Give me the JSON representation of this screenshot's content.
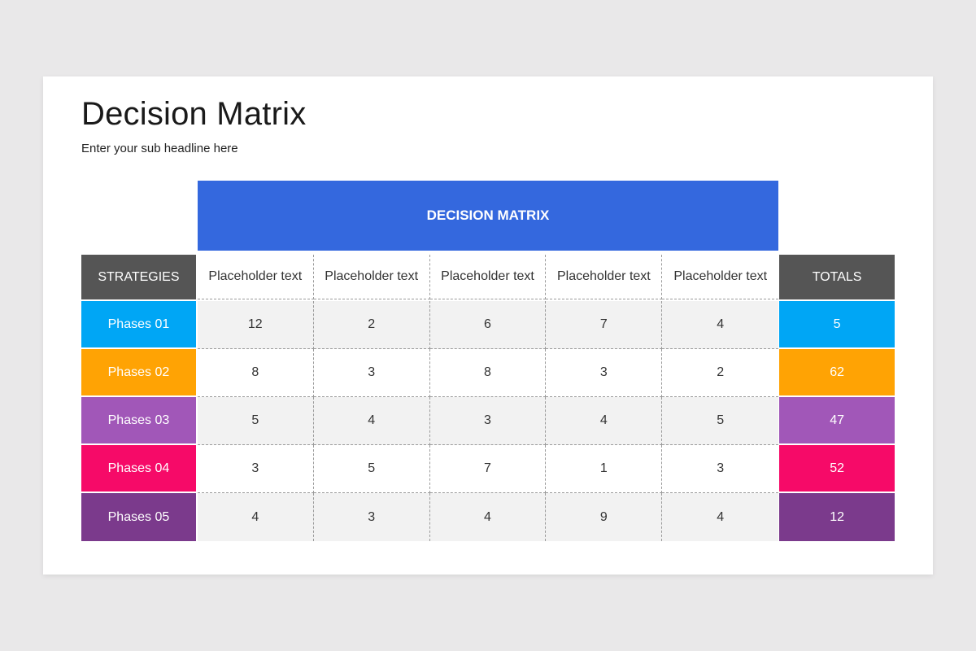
{
  "slide": {
    "title": "Decision Matrix",
    "subtitle": "Enter your sub headline here"
  },
  "matrix": {
    "banner": "DECISION MATRIX",
    "banner_color": "#3468de",
    "header": {
      "strategies": "STRATEGIES",
      "columns": [
        "Placeholder text",
        "Placeholder text",
        "Placeholder text",
        "Placeholder text",
        "Placeholder text"
      ],
      "totals": "TOTALS",
      "header_color": "#555555"
    },
    "rows": [
      {
        "label": "Phases 01",
        "values": [
          "12",
          "2",
          "6",
          "7",
          "4"
        ],
        "total": "5",
        "color": "#00a6f5"
      },
      {
        "label": "Phases 02",
        "values": [
          "8",
          "3",
          "8",
          "3",
          "2"
        ],
        "total": "62",
        "color": "#ffa304"
      },
      {
        "label": "Phases 03",
        "values": [
          "5",
          "4",
          "3",
          "4",
          "5"
        ],
        "total": "47",
        "color": "#a157b8"
      },
      {
        "label": "Phases 04",
        "values": [
          "3",
          "5",
          "7",
          "1",
          "3"
        ],
        "total": "52",
        "color": "#f60a68"
      },
      {
        "label": "Phases 05",
        "values": [
          "4",
          "3",
          "4",
          "9",
          "4"
        ],
        "total": "12",
        "color": "#7b3a8c"
      }
    ]
  }
}
